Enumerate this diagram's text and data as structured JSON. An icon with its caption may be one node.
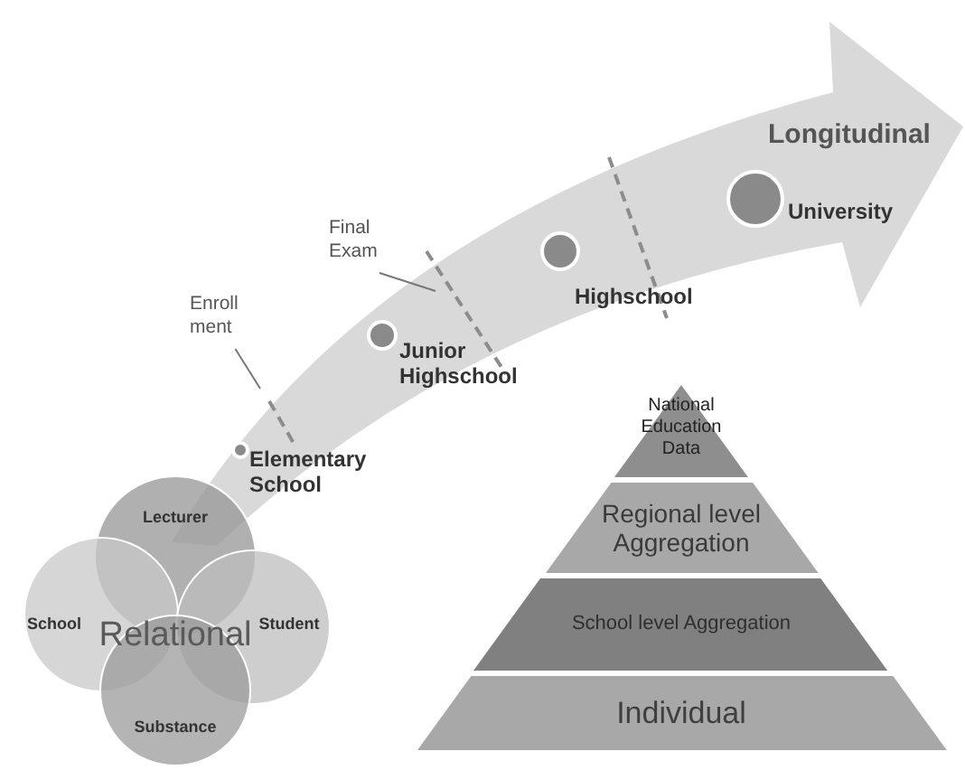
{
  "diagram": {
    "nodes": [
      {
        "text": [
          "Longitudinal"
        ]
      },
      {
        "text": [
          "Enroll ment"
        ]
      },
      {
        "text": [
          "Final Exam"
        ]
      },
      {
        "text": [],
        "shape": "circle",
        "in": 0,
        "beside": [
          "Elementary School"
        ]
      },
      {
        "text": [],
        "shape": "circle",
        "in": 0,
        "beside": [
          "Junior Highschool"
        ]
      },
      {
        "text": [],
        "shape": "circle",
        "in": 0,
        "beside": [
          "Highschool"
        ]
      },
      {
        "text": [],
        "shape": "circle",
        "in": 0,
        "beside": [
          "University"
        ]
      },
      {
        "text": [
          "National Education Data"
        ]
      },
      {
        "text": [
          "Regional level Aggregation"
        ]
      },
      {
        "text": [
          "School level Aggregation"
        ]
      },
      {
        "text": [
          "Individual"
        ]
      },
      {
        "text": [
          "Lecturer"
        ]
      },
      {
        "text": [
          "School"
        ]
      },
      {
        "text": [
          "Student"
        ]
      },
      {
        "text": [
          "Substance"
        ]
      }
    ],
    "edges": [
      {
        "from": 1,
        "to": 0,
        "arrow": "none"
      },
      {
        "from": 2,
        "to": 0,
        "arrow": "none"
      }
    ],
    "labels": [
      "Relational"
    ]
  }
}
